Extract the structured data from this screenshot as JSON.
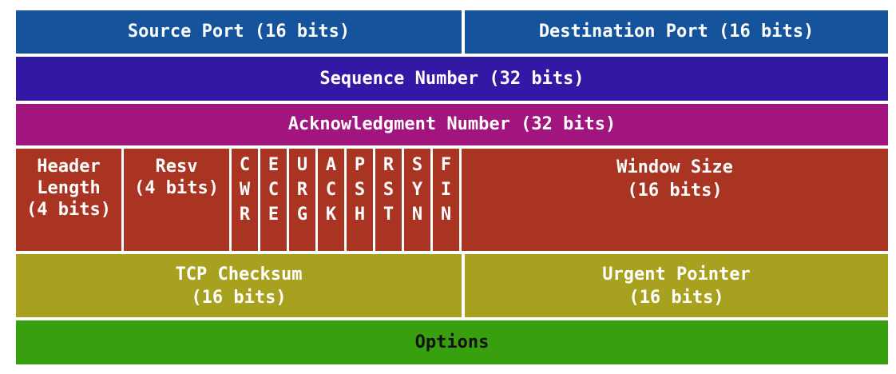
{
  "colors": {
    "ports_row": "#15549C",
    "sequence_row": "#3318A6",
    "ack_row": "#A2157E",
    "flags_row": "#A83421",
    "checksum_row": "#A7A11F",
    "options_row": "#389F0E",
    "text_light": "#FFFFFF",
    "text_dark": "#111111",
    "divider": "#FFFFFF"
  },
  "fields": {
    "source_port": "Source Port (16 bits)",
    "destination_port": "Destination Port (16 bits)",
    "sequence_number": "Sequence Number (32 bits)",
    "acknowledgment_number": "Acknowledgment Number (32 bits)",
    "header_length": "Header\nLength\n(4 bits)",
    "resv": "Resv\n(4 bits)",
    "flags": [
      "C\nW\nR",
      "E\nC\nE",
      "U\nR\nG",
      "A\nC\nK",
      "P\nS\nH",
      "R\nS\nT",
      "S\nY\nN",
      "F\nI\nN"
    ],
    "window_size": "Window Size\n(16 bits)",
    "tcp_checksum": "TCP Checksum\n(16 bits)",
    "urgent_pointer": "Urgent Pointer\n(16 bits)",
    "options": "Options"
  }
}
